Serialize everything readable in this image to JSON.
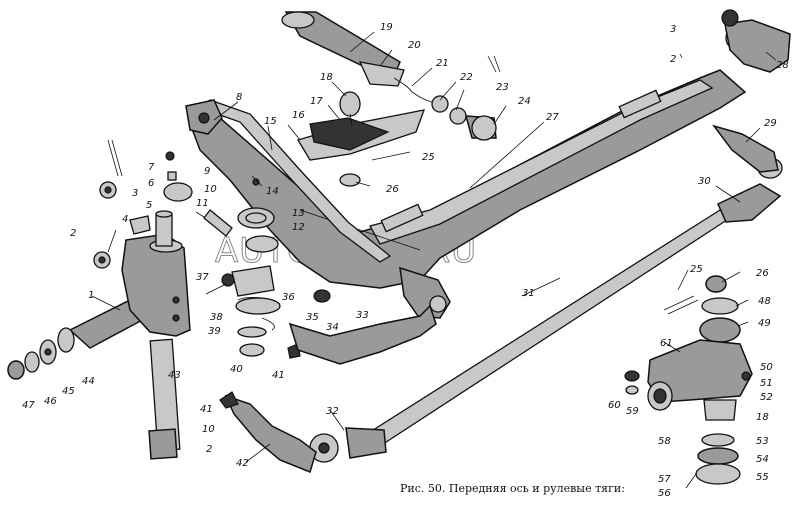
{
  "caption": "Рис. 50. Передняя ось и рулевые тяги:",
  "watermark": "AUTOPITER.RU",
  "labels": [
    "1",
    "2",
    "2",
    "2",
    "3",
    "3",
    "4",
    "5",
    "6",
    "7",
    "8",
    "9",
    "10",
    "10",
    "11",
    "12",
    "13",
    "14",
    "15",
    "16",
    "17",
    "18",
    "18",
    "19",
    "20",
    "21",
    "22",
    "23",
    "24",
    "25",
    "25",
    "26",
    "26",
    "27",
    "28",
    "29",
    "30",
    "31",
    "32",
    "33",
    "34",
    "35",
    "36",
    "37",
    "38",
    "39",
    "40",
    "41",
    "41",
    "42",
    "43",
    "44",
    "45",
    "46",
    "47",
    "48",
    "49",
    "50",
    "51",
    "52",
    "53",
    "54",
    "55",
    "56",
    "57",
    "58",
    "59",
    "60",
    "61"
  ]
}
